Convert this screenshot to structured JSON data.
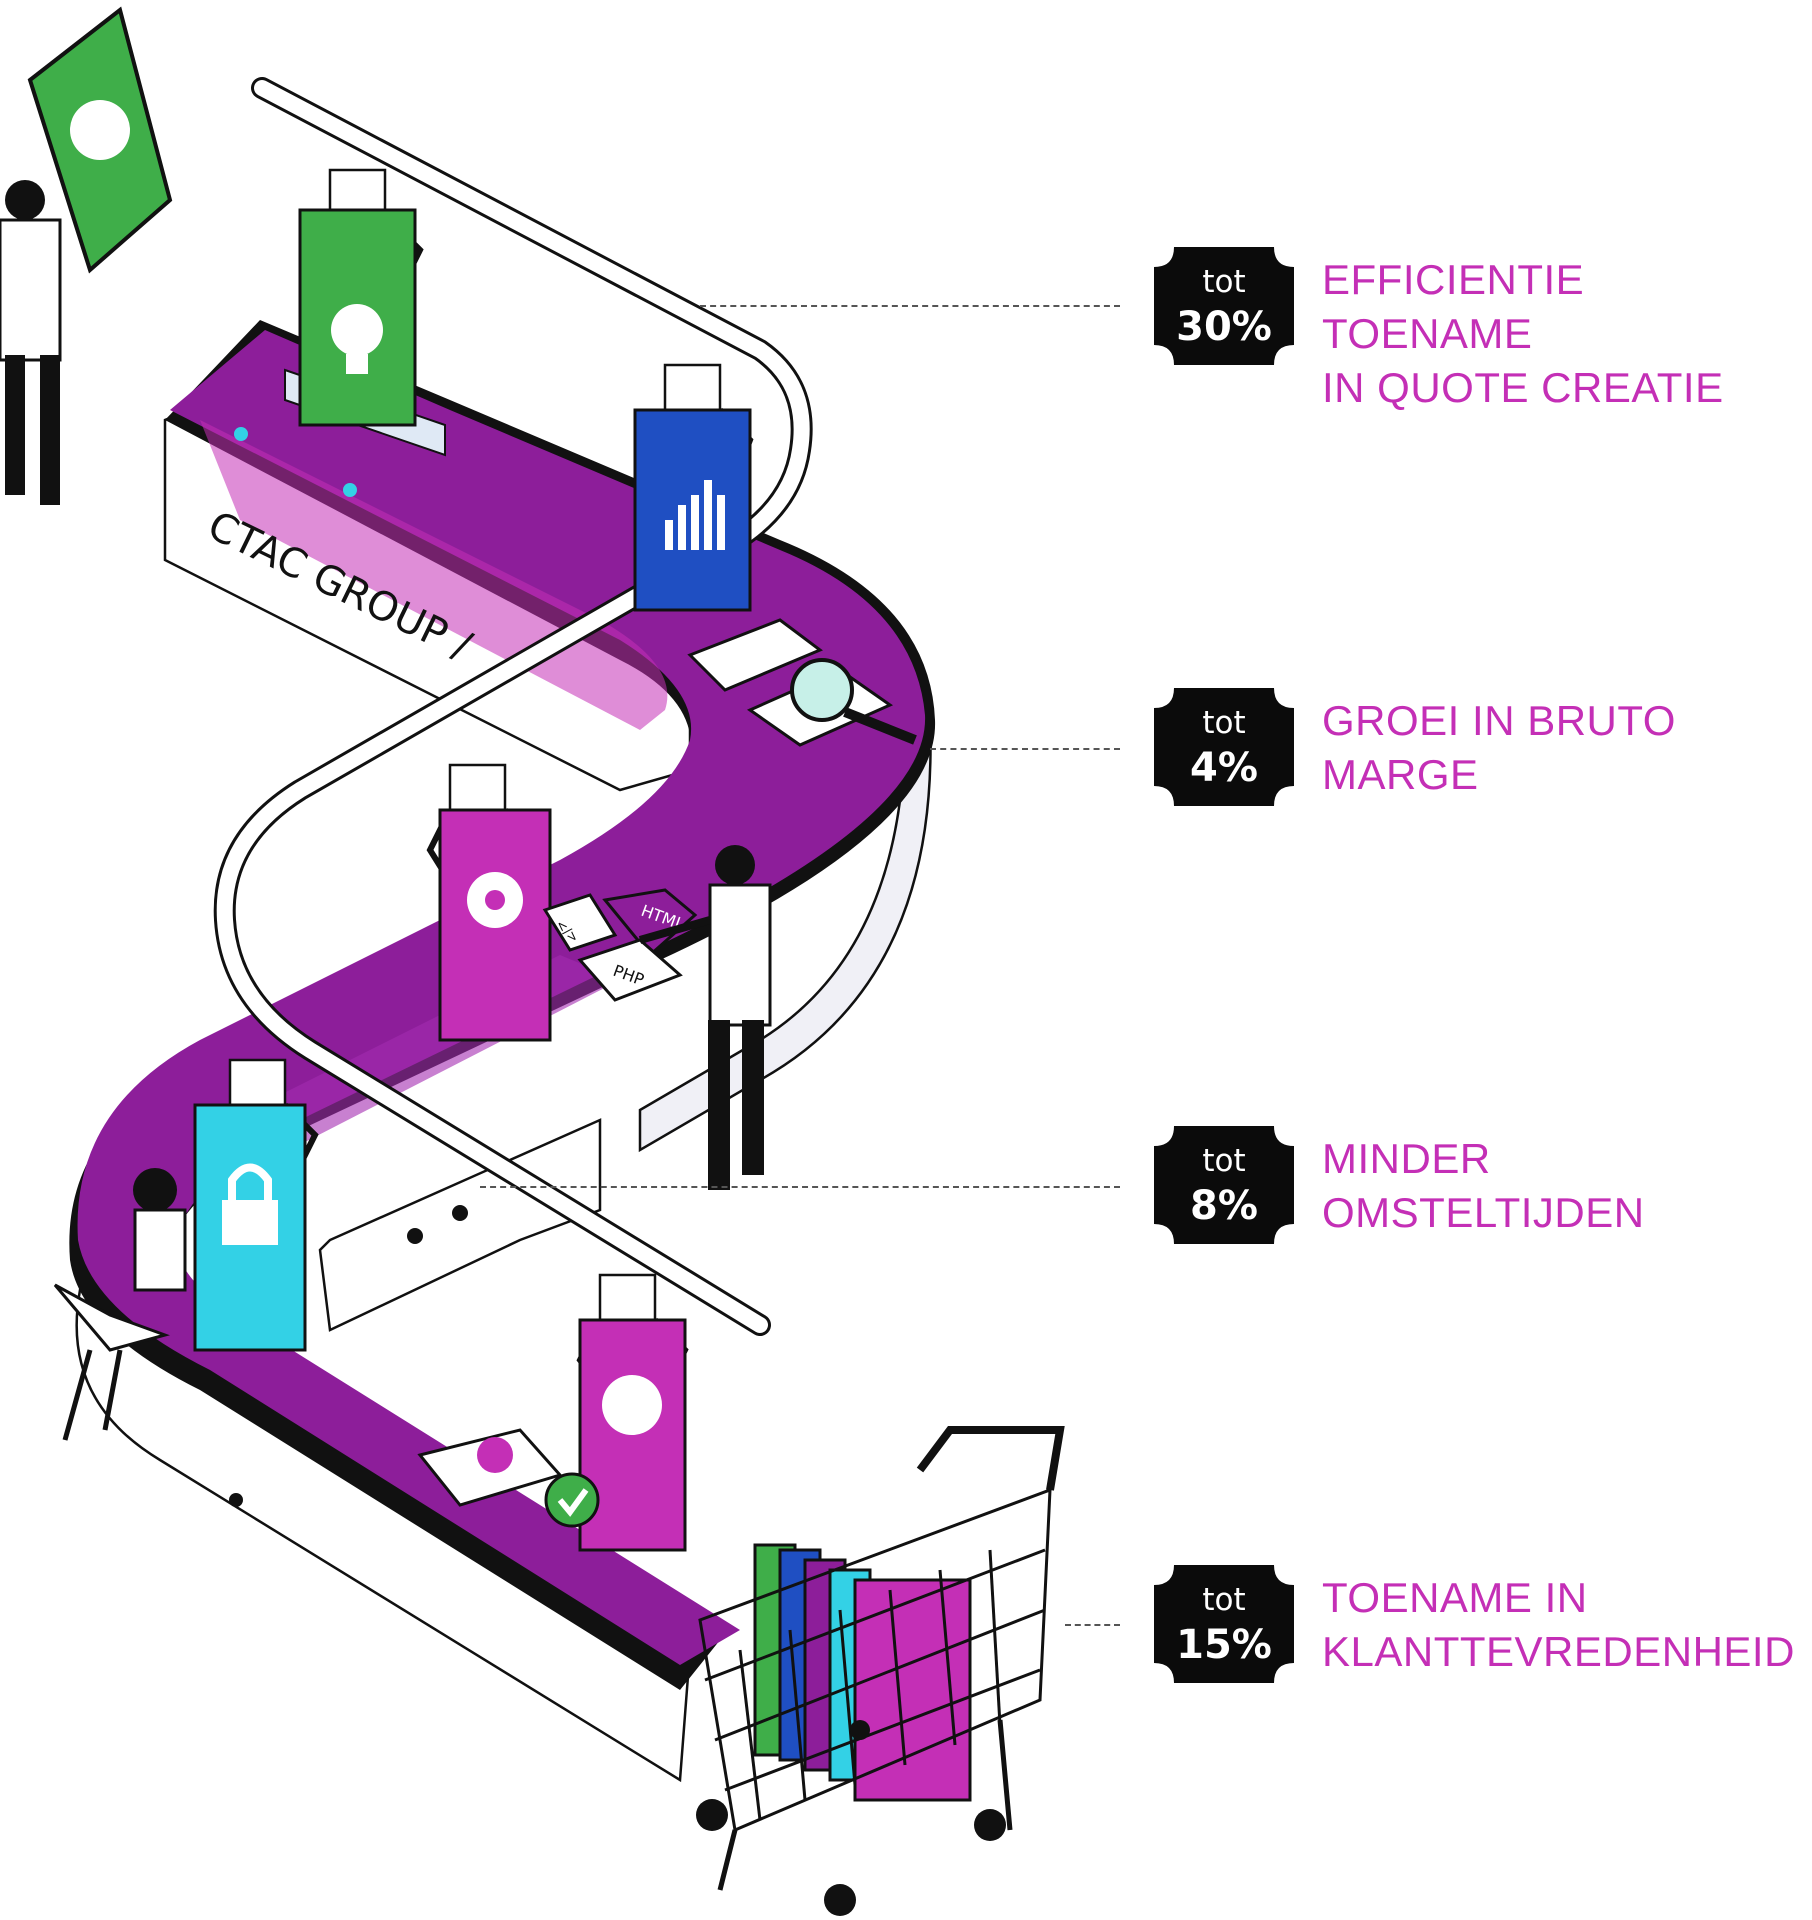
{
  "illustration": {
    "brand_text": "CTAC GROUP /",
    "card_labels": {
      "html": "HTML",
      "php": "PHP",
      "code": "</>"
    },
    "colors": {
      "accent_magenta": "#c42fb6",
      "conveyor_purple": "#8d1e9a",
      "green": "#3fae49",
      "blue": "#1f4fc2",
      "cyan": "#33d1e6",
      "badge_black": "#0b0b0b"
    },
    "icons": [
      "lightbulb-icon",
      "bar-chart-icon",
      "magnifier-icon",
      "gear-icon",
      "padlock-icon",
      "user-profile-icon",
      "checkmark-icon",
      "shopping-cart-icon"
    ]
  },
  "stats": [
    {
      "prefix": "tot",
      "value": "30%",
      "line1": "EFFICIENTIE TOENAME",
      "line2": "IN QUOTE CREATIE"
    },
    {
      "prefix": "tot",
      "value": "4%",
      "line1": "GROEI IN BRUTO",
      "line2": "MARGE"
    },
    {
      "prefix": "tot",
      "value": "8%",
      "line1": "MINDER",
      "line2": "OMSTELTIJDEN"
    },
    {
      "prefix": "tot",
      "value": "15%",
      "line1": "TOENAME IN",
      "line2": "KLANTTEVREDENHEID"
    }
  ]
}
